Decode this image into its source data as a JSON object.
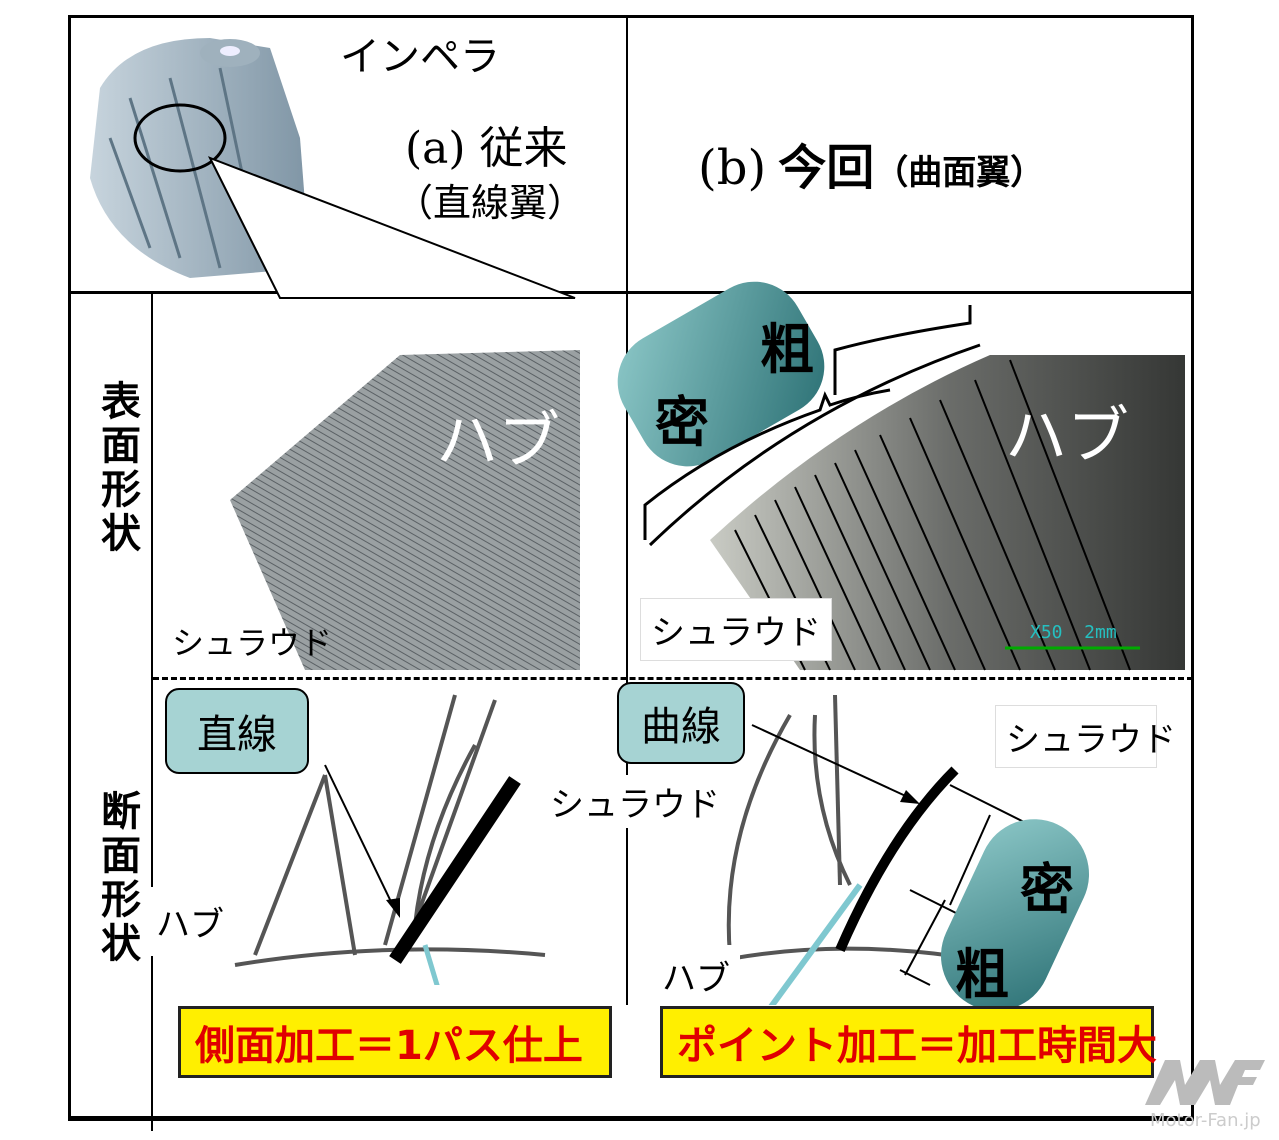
{
  "header": {
    "impeller_label": "インペラ",
    "col_a_title": "(a) 従来",
    "col_a_sub": "（直線翼）",
    "col_b_prefix": "(b)",
    "col_b_title": "今回",
    "col_b_sub": "（曲面翼）"
  },
  "rows": {
    "surface": "表面形状",
    "section": "断面形状"
  },
  "surface": {
    "hub_a": "ハブ",
    "shroud_a": "シュラウド",
    "hub_b": "ハブ",
    "shroud_b": "シュラウド",
    "dense": "密",
    "coarse": "粗",
    "scale": "X50  2mm"
  },
  "section": {
    "straight_tag": "直線",
    "curve_tag": "曲線",
    "shroud_a": "シュラウド",
    "hub_a": "ハブ",
    "shroud_b": "シュラウド",
    "hub_b": "ハブ",
    "dense": "密",
    "coarse": "粗",
    "caption_a": "側面加工＝1パス仕上",
    "caption_b": "ポイント加工＝加工時間大"
  },
  "watermark": "Motor-Fan.jp",
  "colors": {
    "tag": "#a6d3d3",
    "pill_dark": "#2a6f73",
    "caption_bg": "#ffef00",
    "caption_text": "#e00000"
  }
}
